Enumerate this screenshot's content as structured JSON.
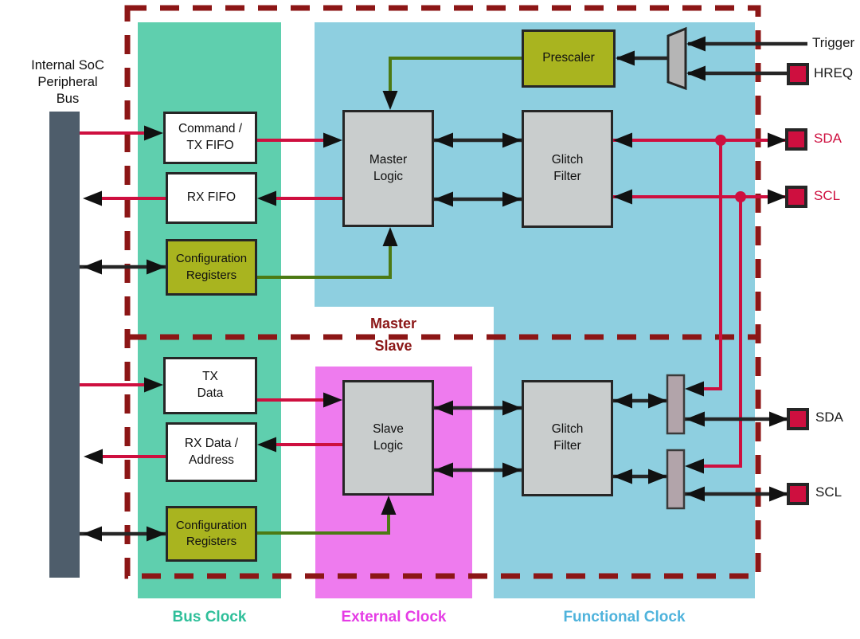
{
  "diagram": {
    "bus": {
      "label": "Internal SoC\nPeripheral\nBus"
    },
    "sections": {
      "master_label": "Master",
      "slave_label": "Slave"
    },
    "blocks": {
      "cmd_tx_fifo": "Command /\nTX FIFO",
      "rx_fifo": "RX FIFO",
      "config_registers_master": "Configuration\nRegisters",
      "master_logic": "Master\nLogic",
      "glitch_filter_master": "Glitch\nFilter",
      "prescaler": "Prescaler",
      "tx_data": "TX\nData",
      "rx_data_address": "RX Data /\nAddress",
      "config_registers_slave": "Configuration\nRegisters",
      "slave_logic": "Slave\nLogic",
      "glitch_filter_slave": "Glitch\nFilter"
    },
    "ports": {
      "trigger": "Trigger",
      "hreq": "HREQ",
      "sda_master": "SDA",
      "scl_master": "SCL",
      "sda_slave": "SDA",
      "scl_slave": "SCL"
    },
    "clock_domains": {
      "bus_clock": {
        "label": "Bus Clock",
        "text_color": "#2fbf9a",
        "fill": "#5fcfae"
      },
      "external_clock": {
        "label": "External Clock",
        "text_color": "#e53ce5",
        "fill": "#ee7bee"
      },
      "functional_clock": {
        "label": "Functional Clock",
        "text_color": "#4fb3dc",
        "fill": "#8ecfe0"
      }
    },
    "colors": {
      "signal_crimson": "#ce0f3f",
      "signal_black": "#262626",
      "config_olive_wire": "#4c7a14",
      "dashed_boundary": "#8c1616",
      "block_olive": "#a9b41f",
      "block_gray": "#c9cdcd",
      "soc_bus_bar": "#4e5d6b",
      "pad_fill": "#ce0f3f"
    }
  }
}
